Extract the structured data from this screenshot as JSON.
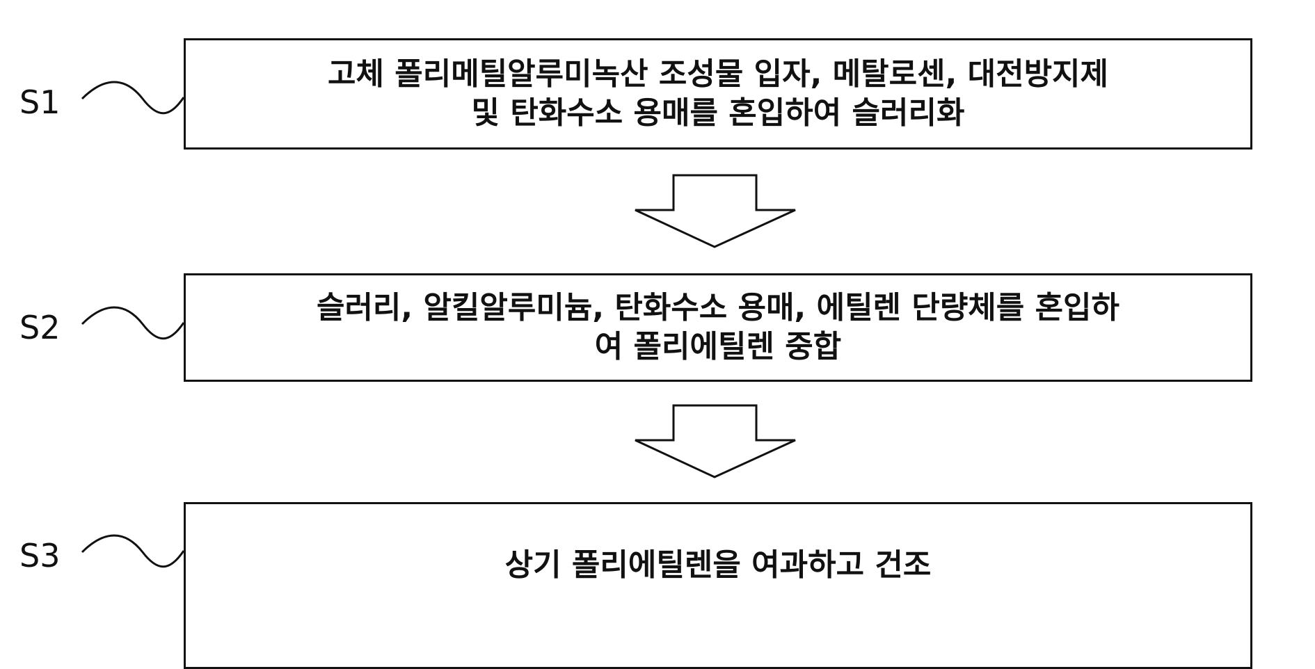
{
  "steps": [
    {
      "label": "S1",
      "lines": [
        "고체 폴리메틸알루미녹산 조성물 입자, 메탈로센, 대전방지제",
        "및 탄화수소 용매를 혼입하여 슬러리화"
      ]
    },
    {
      "label": "S2",
      "lines": [
        "슬러리, 알킬알루미늄, 탄화수소 용매, 에틸렌 단량체를 혼입하",
        "여 폴리에틸렌 중합"
      ]
    },
    {
      "label": "S3",
      "lines": [
        "상기 폴리에틸렌을 여과하고 건조"
      ]
    }
  ],
  "colors": {
    "line": "#111111",
    "background": "#ffffff"
  }
}
